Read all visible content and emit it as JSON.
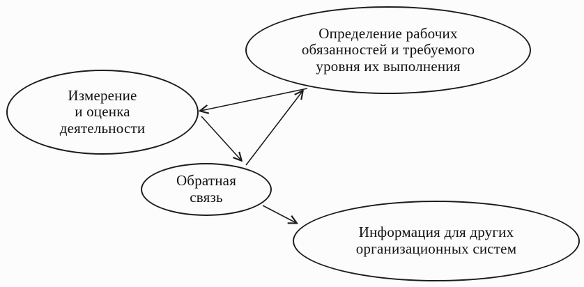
{
  "diagram": {
    "title": "Performance appraisal feedback diagram",
    "background_color": "#fcfcfc",
    "stroke_color": "#1c1c1c",
    "text_color": "#121212",
    "nodes": [
      {
        "id": "define-duties",
        "shape": "ellipse",
        "label": "Определение рабочих\nобязанностей и требуемого\nуровня их выполнения"
      },
      {
        "id": "measure-evaluate",
        "shape": "ellipse",
        "label": "Измерение\nи оценка\nдеятельности"
      },
      {
        "id": "feedback",
        "shape": "ellipse",
        "label": "Обратная\nсвязь"
      },
      {
        "id": "info-other-systems",
        "shape": "ellipse",
        "label": "Информация для других\nорганизационных систем"
      }
    ],
    "edges": [
      {
        "from": "define-duties",
        "to": "measure-evaluate",
        "style": "arrow"
      },
      {
        "from": "measure-evaluate",
        "to": "feedback",
        "style": "arrow"
      },
      {
        "from": "feedback",
        "to": "define-duties",
        "style": "arrow"
      },
      {
        "from": "feedback",
        "to": "info-other-systems",
        "style": "arrow"
      }
    ]
  }
}
